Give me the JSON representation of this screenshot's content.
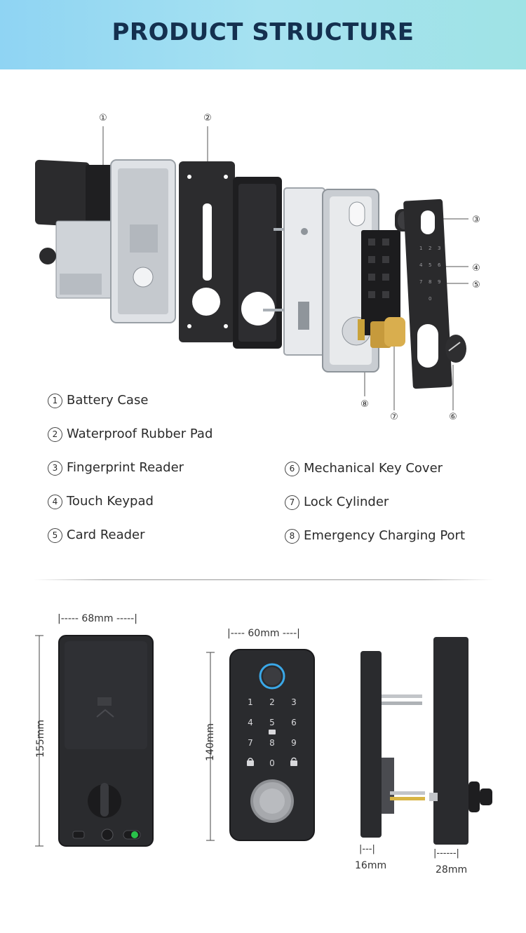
{
  "header": {
    "title": "PRODUCT STRUCTURE"
  },
  "callouts": [
    "①",
    "②",
    "③",
    "④",
    "⑤",
    "⑥",
    "⑦",
    "⑧"
  ],
  "legend": [
    {
      "num": "1",
      "label": "Battery Case"
    },
    {
      "num": "2",
      "label": "Waterproof Rubber Pad"
    },
    {
      "num": "3",
      "label": "Fingerprint Reader"
    },
    {
      "num": "4",
      "label": "Touch Keypad"
    },
    {
      "num": "5",
      "label": "Card Reader"
    },
    {
      "num": "6",
      "label": "Mechanical Key Cover"
    },
    {
      "num": "7",
      "label": "Lock Cylinder"
    },
    {
      "num": "8",
      "label": "Emergency Charging Port"
    }
  ],
  "dimensions": {
    "back_width": "|----- 68mm -----|",
    "back_height": "155mm",
    "front_width": "|---- 60mm ----|",
    "front_height": "140mm",
    "side_front_depth_bar": "|---|",
    "side_front_depth": "16mm",
    "side_back_depth_bar": "|------|",
    "side_back_depth": "28mm"
  },
  "keypad": [
    "1",
    "2",
    "3",
    "4",
    "5",
    "6",
    "7",
    "8",
    "9",
    "0"
  ],
  "colors": {
    "header_text": "#14304f",
    "accent_ring": "#3aa8e8",
    "indicator_green": "#29c24a"
  }
}
